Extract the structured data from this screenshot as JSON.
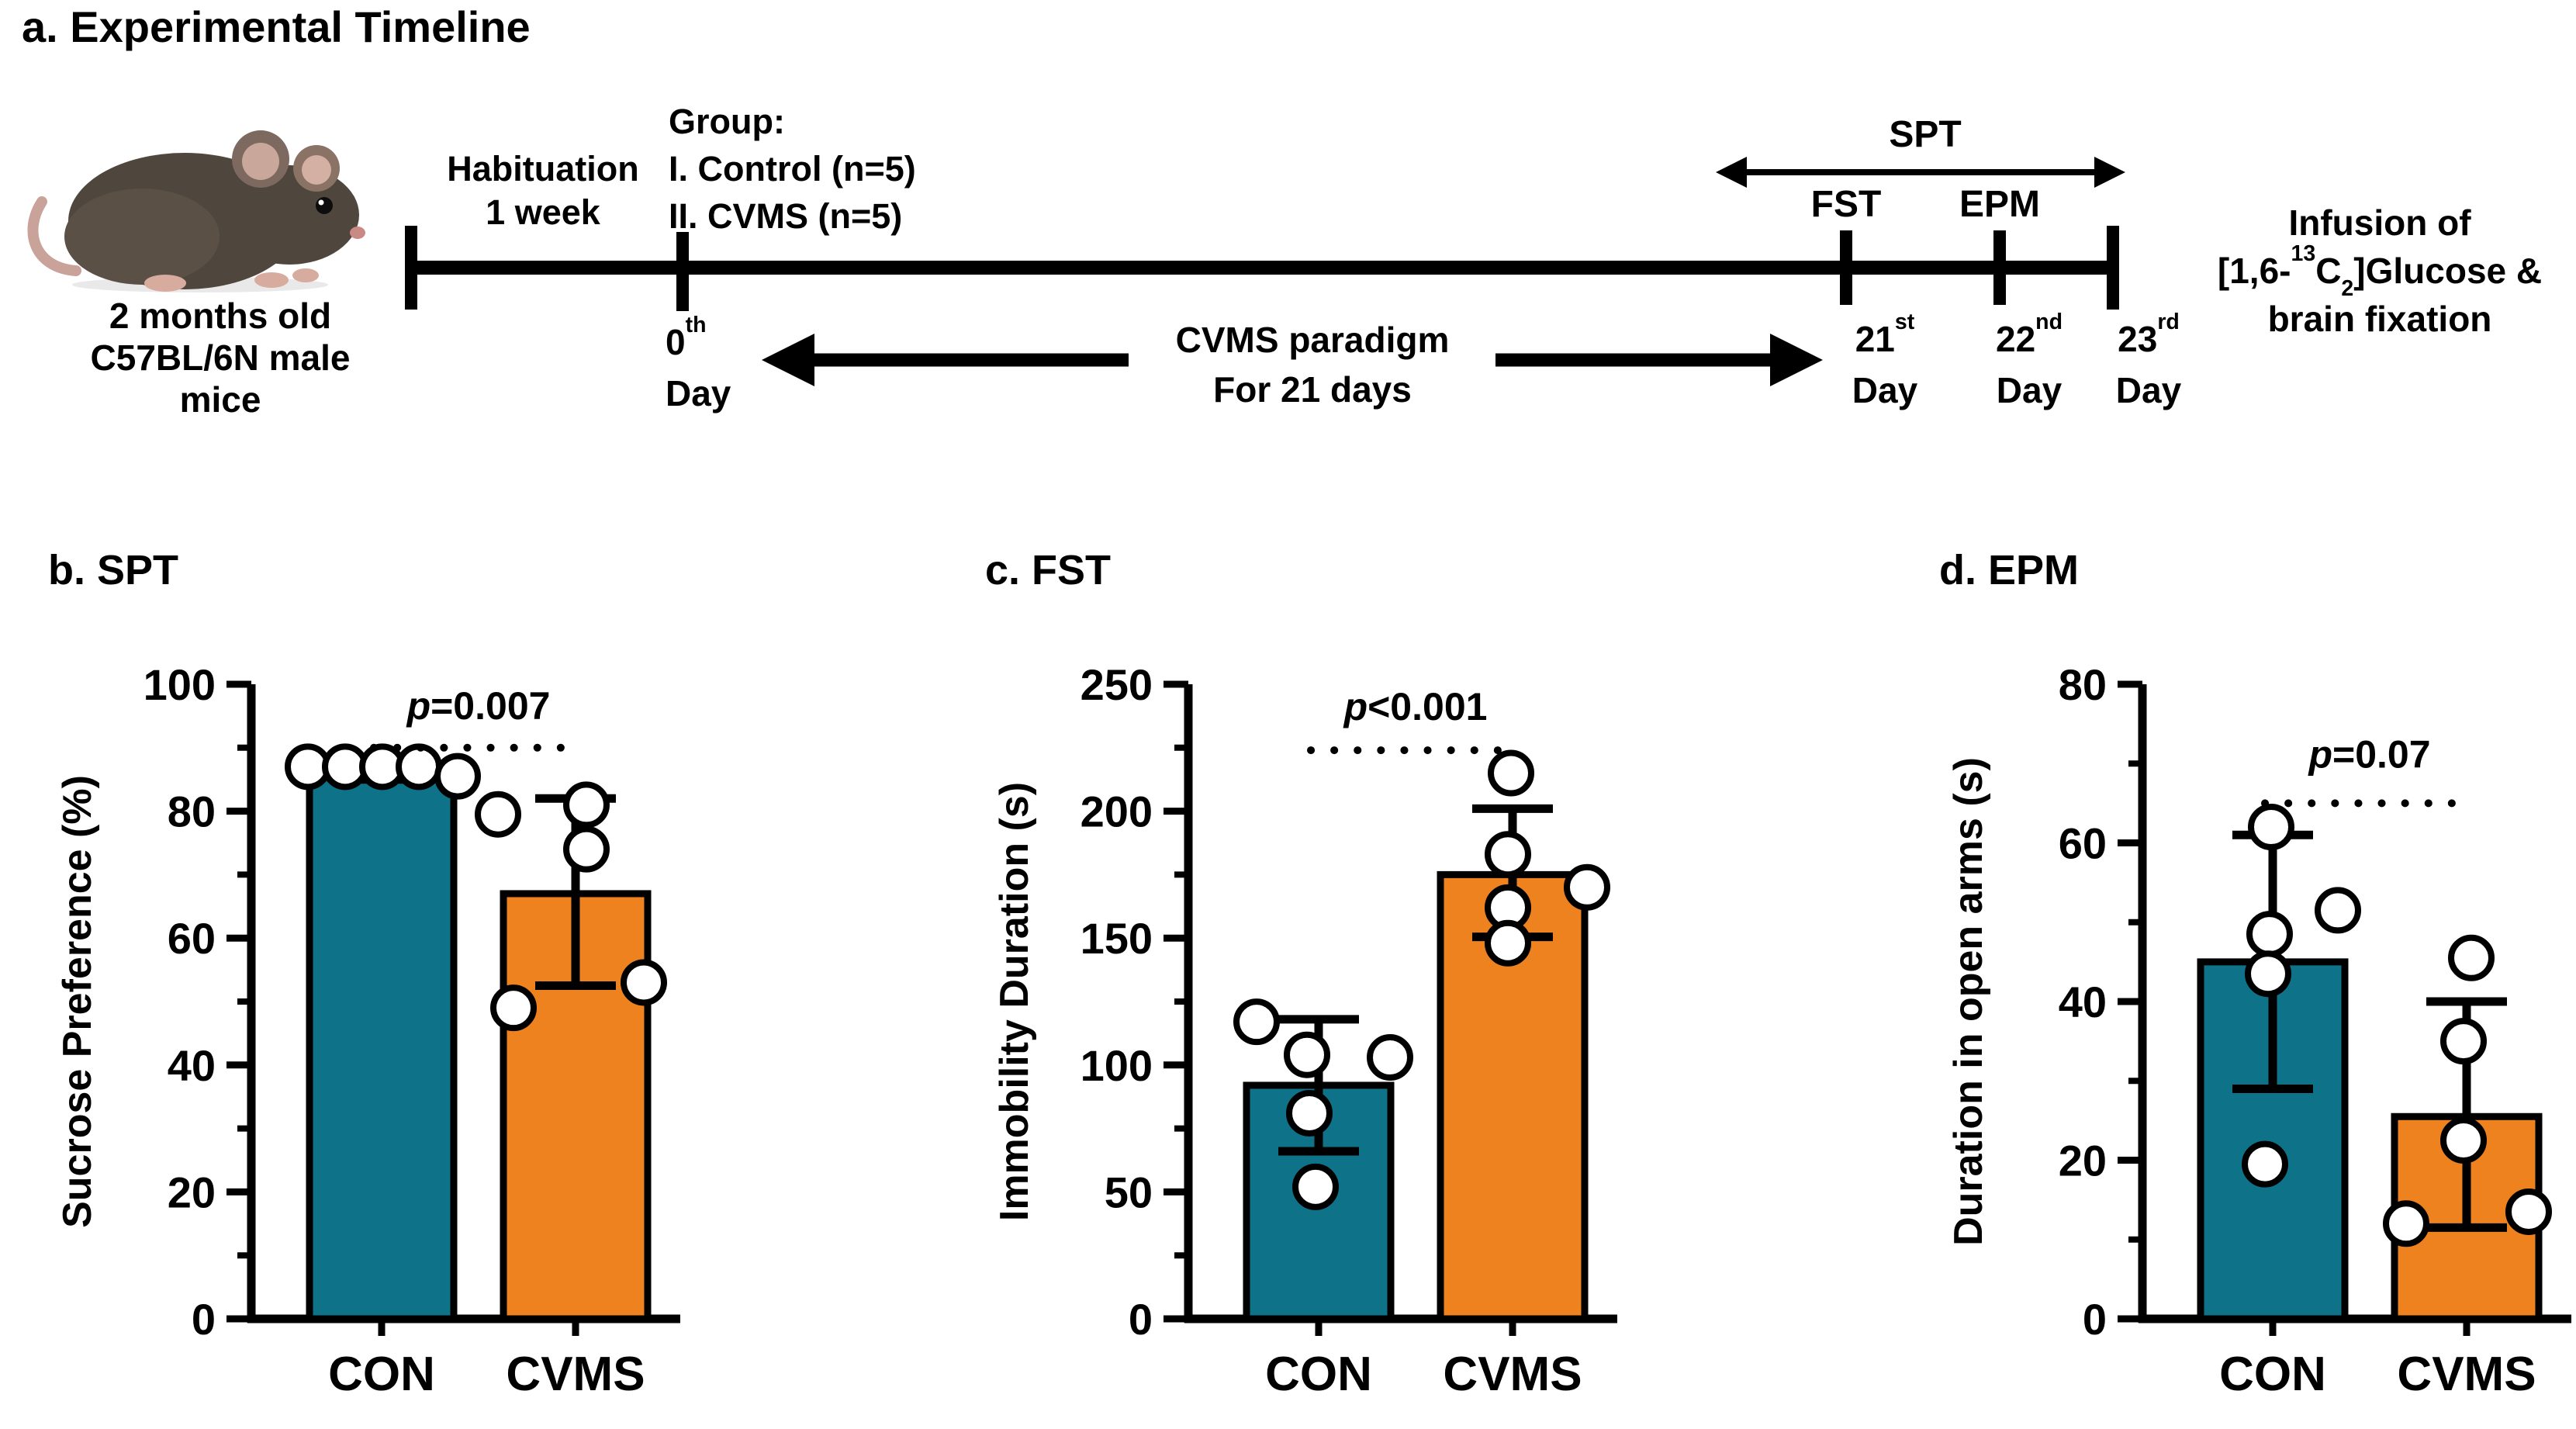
{
  "panel_a": {
    "title": "a. Experimental Timeline",
    "mouse_caption": {
      "line1": "2 months old",
      "line2": "C57BL/6N male",
      "line3": "mice"
    },
    "habituation": {
      "line1": "Habituation",
      "line2": "1 week"
    },
    "group": {
      "heading": "Group:",
      "item1": "I. Control (n=5)",
      "item2": "II. CVMS (n=5)"
    },
    "spt_label": "SPT",
    "fst_label": "FST",
    "epm_label": "EPM",
    "days": {
      "d0": {
        "num": "0",
        "suffix": "th",
        "word": "Day"
      },
      "d21": {
        "num": "21",
        "suffix": "st",
        "word": "Day"
      },
      "d22": {
        "num": "22",
        "suffix": "nd",
        "word": "Day"
      },
      "d23": {
        "num": "23",
        "suffix": "rd",
        "word": "Day"
      }
    },
    "cvms_paradigm": {
      "line1": "CVMS paradigm",
      "line2": "For 21 days"
    },
    "infusion": {
      "line1": "Infusion of",
      "line2_pre": "[1,6-",
      "line2_sup": "13",
      "line2_c": "C",
      "line2_sub": "2",
      "line2_post": "]Glucose &",
      "line3": "brain fixation"
    }
  },
  "colors": {
    "bar_teal": "#0E7389",
    "bar_orange": "#EE821E",
    "point_fill": "#FFFFFF",
    "ink": "#000000"
  },
  "chart_data": [
    {
      "id": "spt",
      "type": "bar",
      "panel_label": "b. SPT",
      "ylabel": "Sucrose Preference (%)",
      "ylim": [
        0,
        100
      ],
      "yticks": [
        0,
        20,
        40,
        60,
        80,
        100
      ],
      "minor_tick_step": 10,
      "categories": [
        "CON",
        "CVMS"
      ],
      "p_label": {
        "italic": "p",
        "rest": "=0.007"
      },
      "sig_line_y": 90,
      "p_label_y": 94.5,
      "bars": [
        {
          "category": "CON",
          "fill": "#0E7389",
          "value": 86,
          "error_low": 85,
          "error_high": 88.2,
          "points": [
            {
              "v": 87,
              "dx": -95
            },
            {
              "v": 87,
              "dx": -47
            },
            {
              "v": 87,
              "dx": 1
            },
            {
              "v": 87,
              "dx": 48
            },
            {
              "v": 85.5,
              "dx": 98
            }
          ]
        },
        {
          "category": "CVMS",
          "fill": "#EE821E",
          "value": 67,
          "error_low": 52.5,
          "error_high": 82,
          "points": [
            {
              "v": 79.5,
              "dx": -100
            },
            {
              "v": 81,
              "dx": 14
            },
            {
              "v": 74,
              "dx": 14
            },
            {
              "v": 49,
              "dx": -80
            },
            {
              "v": 53,
              "dx": 88
            }
          ]
        }
      ]
    },
    {
      "id": "fst",
      "type": "bar",
      "panel_label": "c. FST",
      "ylabel": "Immobility Duration (s)",
      "ylim": [
        0,
        250
      ],
      "yticks": [
        0,
        50,
        100,
        150,
        200,
        250
      ],
      "minor_tick_step": 25,
      "categories": [
        "CON",
        "CVMS"
      ],
      "p_label": {
        "italic": "p",
        "rest": "<0.001"
      },
      "sig_line_y": 224,
      "p_label_y": 236,
      "bars": [
        {
          "category": "CON",
          "fill": "#0E7389",
          "value": 92,
          "error_low": 66,
          "error_high": 118,
          "points": [
            {
              "v": 117,
              "dx": -80
            },
            {
              "v": 104,
              "dx": -15
            },
            {
              "v": 103,
              "dx": 92
            },
            {
              "v": 81,
              "dx": -12
            },
            {
              "v": 52,
              "dx": -4
            }
          ]
        },
        {
          "category": "CVMS",
          "fill": "#EE821E",
          "value": 175,
          "error_low": 150.5,
          "error_high": 201,
          "points": [
            {
              "v": 215,
              "dx": -2
            },
            {
              "v": 183,
              "dx": -6
            },
            {
              "v": 170,
              "dx": 96
            },
            {
              "v": 162,
              "dx": -6
            },
            {
              "v": 148,
              "dx": -6
            }
          ]
        }
      ]
    },
    {
      "id": "epm",
      "type": "bar",
      "panel_label": "d. EPM",
      "ylabel": "Duration in open arms (s)",
      "ylim": [
        0,
        80
      ],
      "yticks": [
        0,
        20,
        40,
        60,
        80
      ],
      "minor_tick_step": 10,
      "categories": [
        "CON",
        "CVMS"
      ],
      "p_label": {
        "italic": "p",
        "rest": "=0.07"
      },
      "sig_line_y": 65,
      "p_label_y": 69.5,
      "bars": [
        {
          "category": "CON",
          "fill": "#0E7389",
          "value": 45,
          "error_low": 29,
          "error_high": 61,
          "points": [
            {
              "v": 62,
              "dx": -2
            },
            {
              "v": 51.5,
              "dx": 84
            },
            {
              "v": 48.5,
              "dx": -4
            },
            {
              "v": 43.5,
              "dx": -6
            },
            {
              "v": 19.5,
              "dx": -10
            }
          ]
        },
        {
          "category": "CVMS",
          "fill": "#EE821E",
          "value": 25.5,
          "error_low": 11.5,
          "error_high": 40,
          "points": [
            {
              "v": 45.5,
              "dx": 6
            },
            {
              "v": 35,
              "dx": -4
            },
            {
              "v": 22.5,
              "dx": -4
            },
            {
              "v": 12,
              "dx": -78
            },
            {
              "v": 13.5,
              "dx": 80
            }
          ]
        }
      ]
    }
  ]
}
